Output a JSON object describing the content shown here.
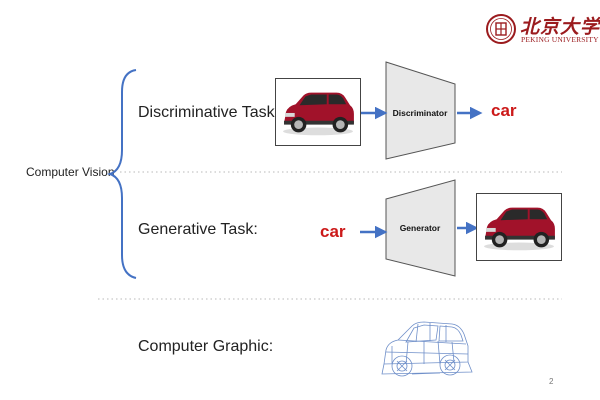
{
  "logo": {
    "chinese_name": "北京大学",
    "english_name": "PEKING UNIVERSITY"
  },
  "root_label": "Computer Vision",
  "tasks": {
    "discriminative": {
      "label": "Discriminative Task:",
      "block_label": "Discriminator",
      "output_text": "car"
    },
    "generative": {
      "label": "Generative Task:",
      "block_label": "Generator",
      "input_text": "car"
    },
    "graphic": {
      "label": "Computer Graphic:"
    }
  },
  "page_number": "2",
  "colors": {
    "accent_red": "#cc1a1a",
    "arrow_blue": "#4472c4",
    "brace_blue": "#4472c4",
    "block_fill": "#e8e8e8",
    "car_red": "#a1122a",
    "logo_red": "#9b1b1e"
  },
  "icons": {
    "logo": "peking-university-seal-icon",
    "car_photo": "red-suv-photo",
    "wireframe": "suv-wireframe-drawing"
  }
}
